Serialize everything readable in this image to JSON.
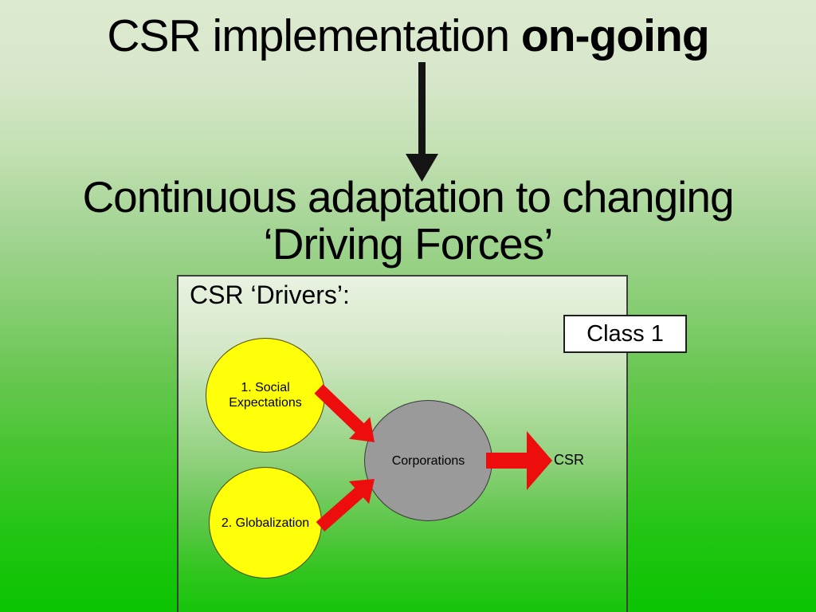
{
  "slide": {
    "title": {
      "regular": "CSR implementation ",
      "bold": "on-going"
    },
    "subtitle_line1": "Continuous adaptation to changing",
    "subtitle_line2": "‘Driving Forces’",
    "drivers_box": {
      "heading": "CSR ‘Drivers’:",
      "class_label": "Class 1",
      "nodes": {
        "social": {
          "line1": "1. Social",
          "line2": "Expectations"
        },
        "globalization": "2. Globalization",
        "corporations": "Corporations"
      },
      "output_label": "CSR"
    },
    "icons": {
      "down_arrow": "black-down-arrow",
      "flow_arrows": "red-flow-arrows"
    },
    "colors": {
      "background_top": "#dcead0",
      "background_bottom": "#0bc402",
      "box_fill_top": "#e9f2e1",
      "box_fill_bottom": "#14c50a",
      "box_border": "#3e3e3e",
      "node_yellow": "#ffff0a",
      "node_gray": "#9a9a9a",
      "arrow_red": "#ee0d0d",
      "arrow_black": "#141414",
      "class_box_fill": "#ffffff",
      "text": "#000000"
    }
  }
}
